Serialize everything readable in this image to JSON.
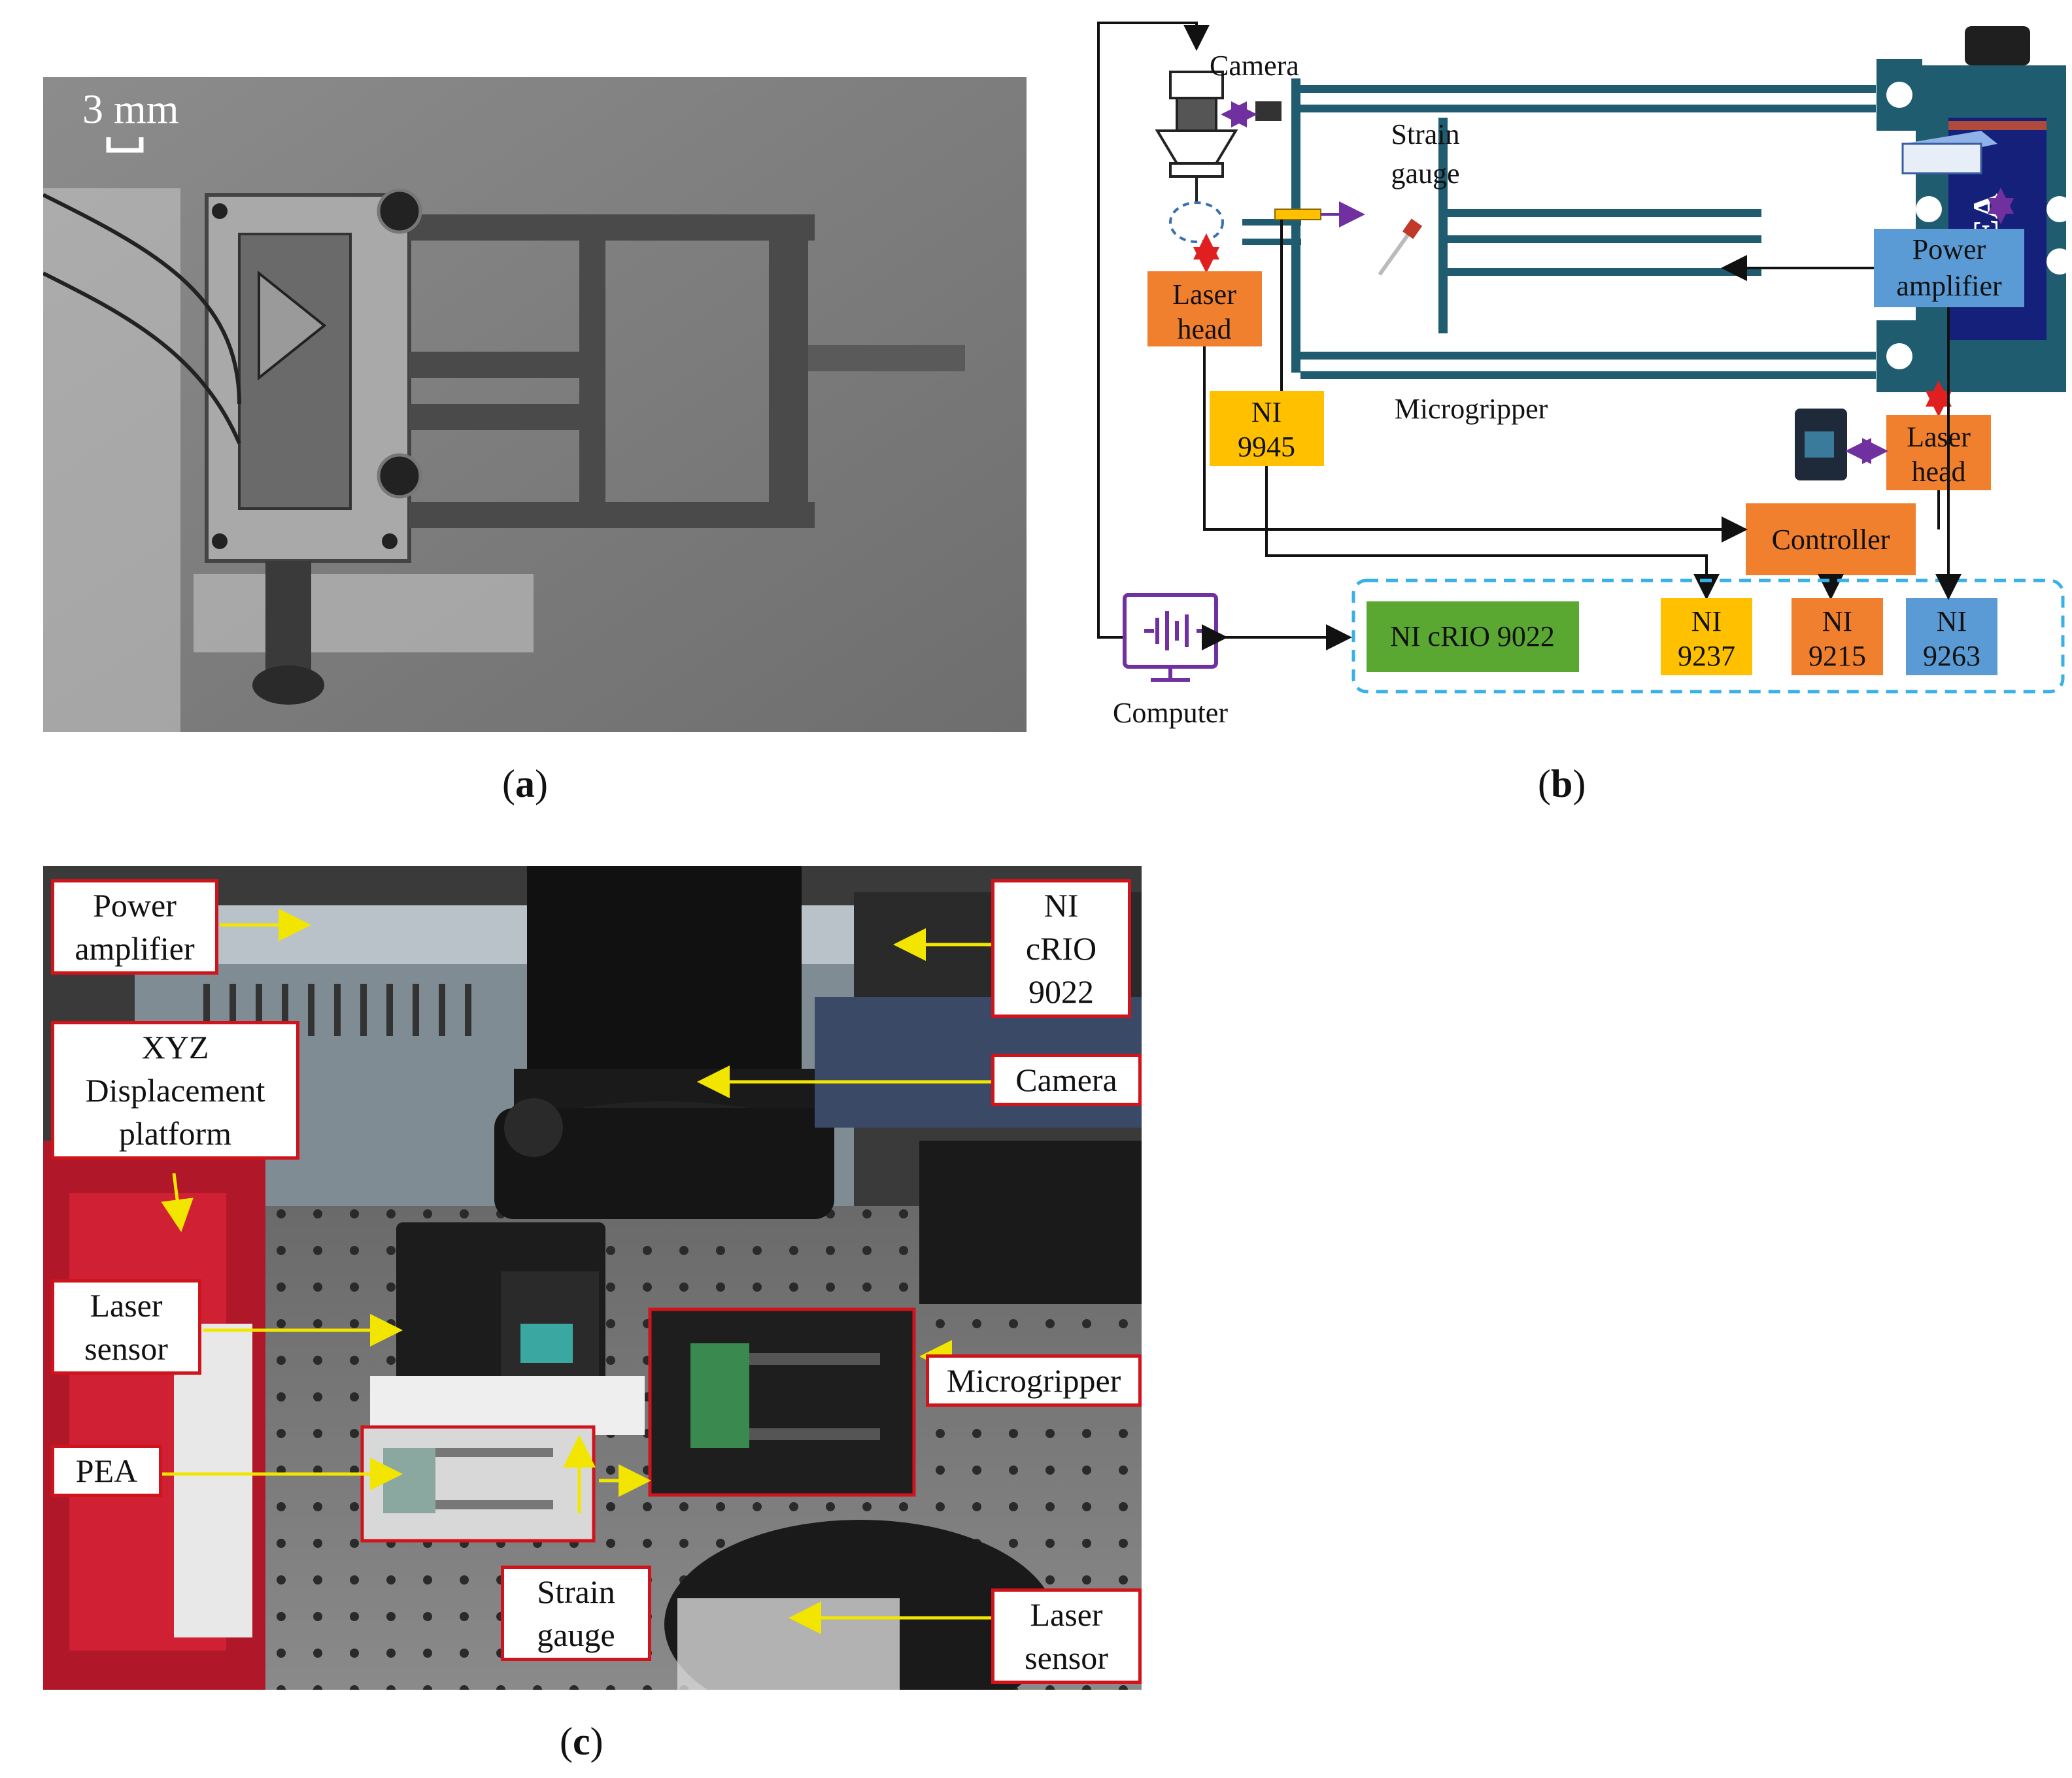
{
  "panel_a": {
    "caption": "a",
    "scale_bar": "3 mm"
  },
  "panel_b": {
    "caption": "b",
    "camera": "Camera",
    "strain_gauge": [
      "Strain",
      "gauge"
    ],
    "laser_head_left": [
      "Laser",
      "head"
    ],
    "laser_head_right": [
      "Laser",
      "head"
    ],
    "ni9945": [
      "NI",
      "9945"
    ],
    "microgripper": "Microgripper",
    "pea": "PEA",
    "power_amplifier": [
      "Power",
      "amplifier"
    ],
    "controller": "Controller",
    "computer": "Computer",
    "crio": "NI cRIO 9022",
    "ni9237": [
      "NI",
      "9237"
    ],
    "ni9215": [
      "NI",
      "9215"
    ],
    "ni9263": [
      "NI",
      "9263"
    ],
    "colors": {
      "structure": "#1f5c70",
      "pea": "#14207a",
      "orange": "#f07f2e",
      "yellow": "#ffc000",
      "blue": "#5b9bd5",
      "green": "#5aa832",
      "purple": "#7030a0",
      "red": "#e02020",
      "dash": "#3ab0e8"
    }
  },
  "panel_c": {
    "caption": "c",
    "power_amplifier": [
      "Power",
      "amplifier"
    ],
    "xyz": [
      "XYZ",
      "Displacement",
      "platform"
    ],
    "laser_sensor_left": [
      "Laser",
      "sensor"
    ],
    "pea": "PEA",
    "strain_gauge": [
      "Strain",
      "gauge"
    ],
    "ni_crio": [
      "NI",
      "cRIO",
      "9022"
    ],
    "camera": "Camera",
    "microgripper": "Microgripper",
    "laser_sensor_right": [
      "Laser",
      "sensor"
    ],
    "colors": {
      "frame": "#d0141c",
      "arrow": "#f2e600"
    }
  }
}
